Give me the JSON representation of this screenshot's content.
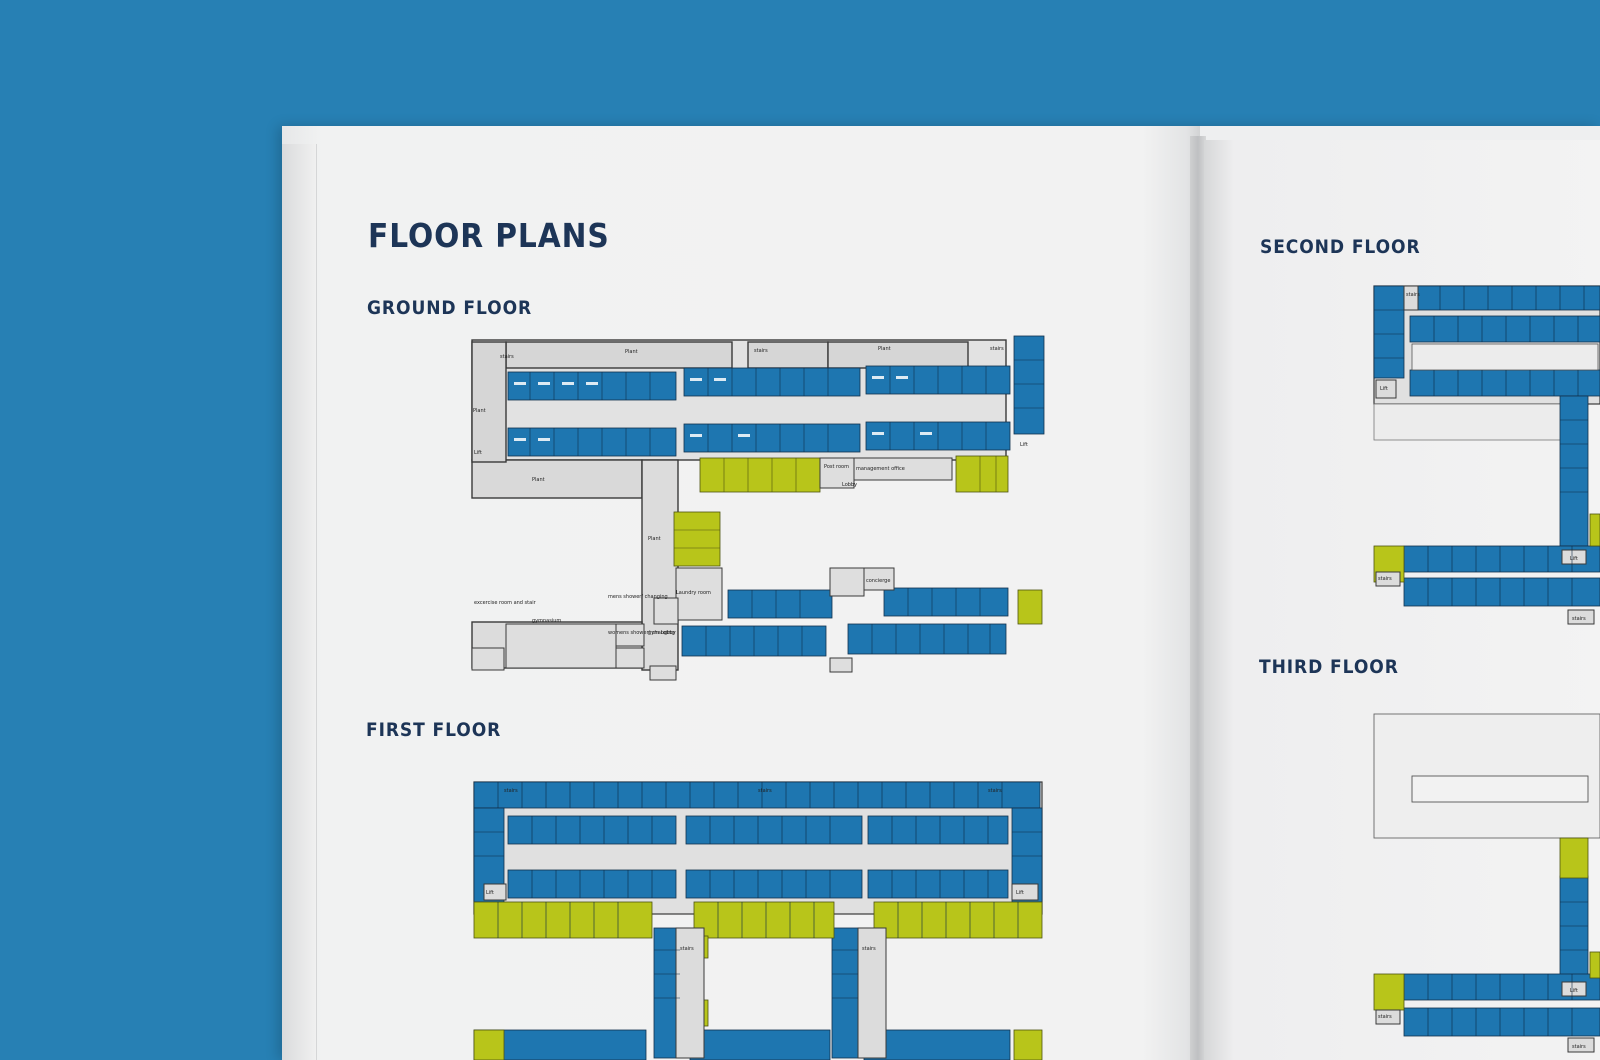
{
  "heading": "FLOOR PLANS",
  "floors": {
    "ground": "GROUND FLOOR",
    "first": "FIRST FLOOR",
    "second": "SECOND FLOOR",
    "third": "THIRD FLOOR"
  },
  "room_labels": {
    "plant": "Plant",
    "stairs": "stairs",
    "lift": "Lift",
    "post_room": "Post room",
    "management_office": "management office",
    "lobby": "Lobby",
    "laundry_room": "Laundry room",
    "concierge": "concierge",
    "exercise_room": "excercise room and stair",
    "gymnasium": "gymnasium",
    "mens_changing": "mens shower/ changing",
    "womens_changing": "womens shower/ changing",
    "gym_lobby": "gym Lobby"
  },
  "colors": {
    "background": "#2780b4",
    "room_blue": "#1e76b0",
    "room_green": "#b8c51a",
    "room_grey": "#d9d9d9",
    "heading": "#1d3557"
  }
}
